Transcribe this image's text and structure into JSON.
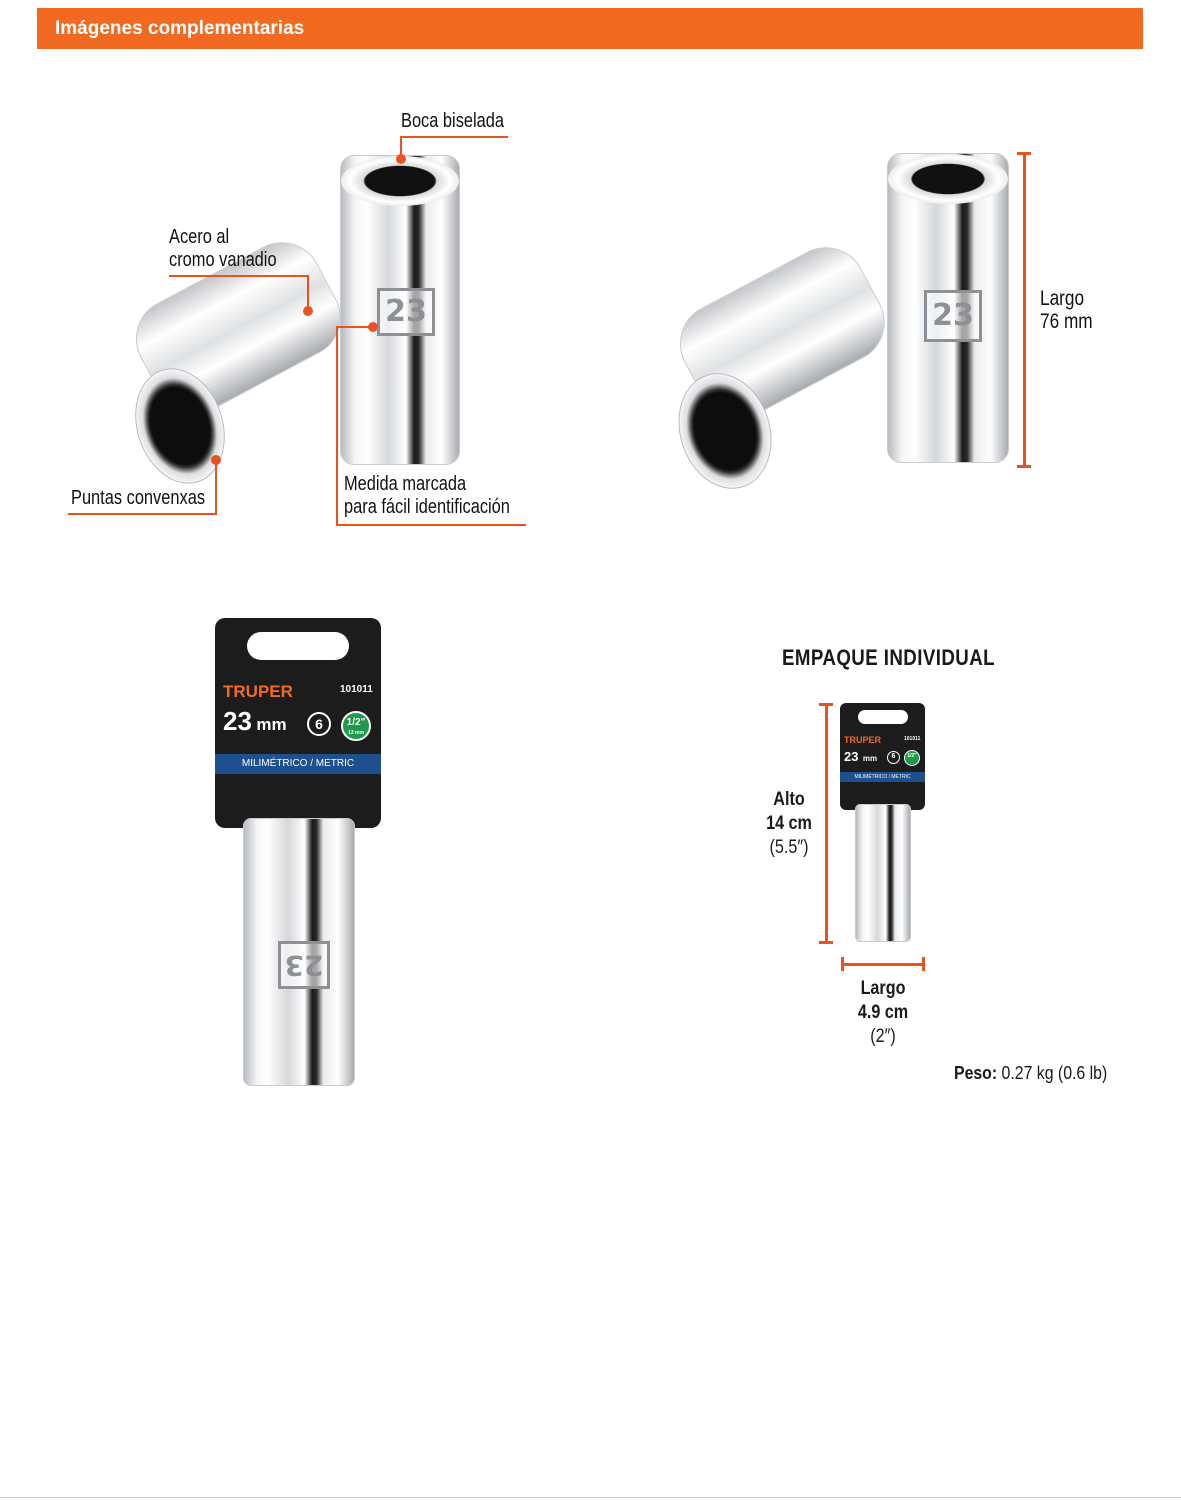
{
  "header": {
    "title": "Imágenes complementarias"
  },
  "features": {
    "boca": "Boca biselada",
    "acero_line1": "Acero al",
    "acero_line2": "cromo vanadio",
    "puntas": "Puntas convenxas",
    "medida_line1": "Medida marcada",
    "medida_line2": "para fácil identificación",
    "socket_size_mark": "23"
  },
  "dimension_view": {
    "largo_label": "Largo",
    "largo_value": "76 mm"
  },
  "package": {
    "brand": "TRUPER",
    "code": "101011",
    "size": "23",
    "size_unit": "mm",
    "points": "6",
    "drive": "1/2\"",
    "drive_sub": "13 mm",
    "band": "MILIMÉTRICO / METRIC"
  },
  "packaging_info": {
    "title": "EMPAQUE INDIVIDUAL",
    "alto_label": "Alto",
    "alto_value": "14 cm",
    "alto_imperial": "(5.5″)",
    "largo_label": "Largo",
    "largo_value": "4.9 cm",
    "largo_imperial": "(2″)",
    "weight_label": "Peso:",
    "weight_value": "0.27 kg (0.6 lb)"
  },
  "colors": {
    "accent": "#f26a21",
    "band": "#1e4f8f",
    "drive": "#1f9a4a"
  }
}
